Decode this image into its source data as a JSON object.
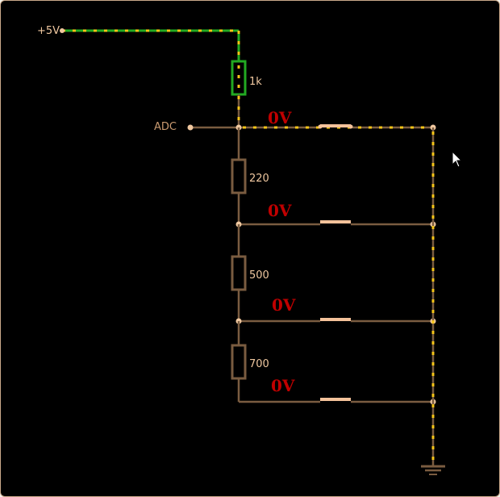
{
  "labels": {
    "supply": "+5V",
    "adc": "ADC",
    "r1": "1k",
    "r2": "220",
    "r3": "500",
    "r4": "700"
  },
  "voltages": {
    "v1": "0V",
    "v2": "0V",
    "v3": "0V",
    "v4": "0V"
  },
  "colors": {
    "background": "#000000",
    "wire": "#7a5c40",
    "live_wire": "#22aa22",
    "current_dots": "#f5c518",
    "label": "#f0c8a0",
    "voltage": "#c00000",
    "switch": "#f4c29a"
  }
}
